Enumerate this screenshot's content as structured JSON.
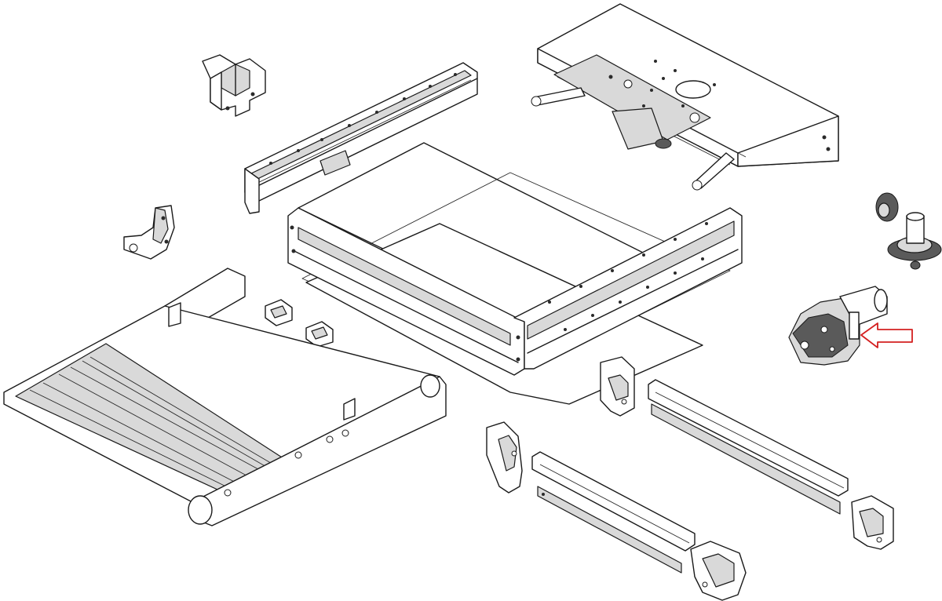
{
  "diagram": {
    "type": "exploded-parts-view",
    "highlight_color": "#d42020",
    "line_color": "#1a1a1a",
    "background_color": "#ffffff",
    "highlighted_part": "motor-gearbox-unit",
    "callout": "arrow-pointing-left"
  }
}
